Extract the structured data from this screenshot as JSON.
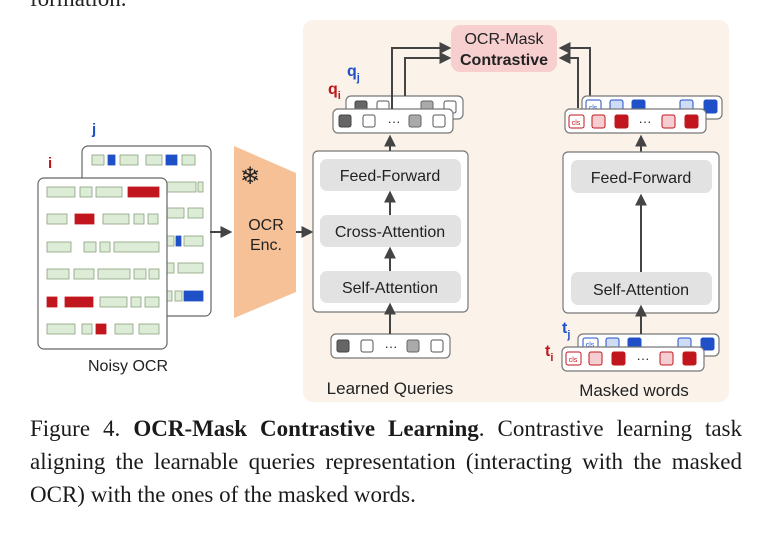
{
  "top_text": "formation.",
  "figure": {
    "noisy_ocr_label": "Noisy OCR",
    "doc_label_i": "i",
    "doc_label_j": "j",
    "freeze_icon": "snowflake-icon",
    "encoder_label_line1": "OCR",
    "encoder_label_line2": "Enc.",
    "left_stack": {
      "blocks": [
        "Feed-Forward",
        "Cross-Attention",
        "Self-Attention"
      ],
      "input_label": "Learned Queries",
      "out_label_i": "q",
      "out_sub_i": "i",
      "out_label_j": "q",
      "out_sub_j": "j",
      "ellipsis": "···"
    },
    "right_stack": {
      "blocks": [
        "Feed-Forward",
        "Self-Attention"
      ],
      "input_label": "Masked words",
      "in_label_i": "t",
      "in_sub_i": "i",
      "in_label_j": "t",
      "in_sub_j": "j",
      "cls_token": "cls",
      "ellipsis": "···"
    },
    "objective_line1": "OCR-Mask",
    "objective_line2": "Contrastive"
  },
  "caption": {
    "figure_number": "Figure 4.",
    "title": "OCR-Mask Contrastive Learning",
    "text": ". Contrastive learning task aligning the learnable queries representation (interacting with the masked OCR) with the ones of the masked words."
  },
  "colors": {
    "panel_bg": "#fbf3ea",
    "encoder_fill": "#f6c197",
    "block_fill": "#e2e2e2",
    "ocr_box_fill": "#dcecd6",
    "masked_red": "#c1161d",
    "masked_blue": "#1f50c8",
    "light_blue_token": "#cfdcf6",
    "light_red_token": "#f6cdd0",
    "objective_fill": "#f7cfcf",
    "label_i_color": "#c0161d",
    "label_j_color": "#1f50c8"
  }
}
